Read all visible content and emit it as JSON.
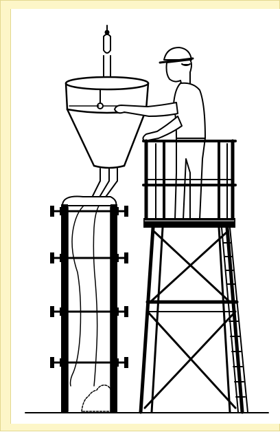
{
  "illustration": {
    "subject": "worker-pouring-concrete-column",
    "colors": {
      "background": "#fdf6c8",
      "border": "#e2d78e",
      "panel": "#ffffff",
      "ink": "#000000"
    },
    "parts": {
      "crane_hook": "crane-hook-icon",
      "hopper": "concrete-hopper",
      "chute": "discharge-chute",
      "formwork": "column-formwork",
      "worker": "worker-figure",
      "scaffold": "scaffold-tower",
      "ladder": "ladder"
    }
  }
}
